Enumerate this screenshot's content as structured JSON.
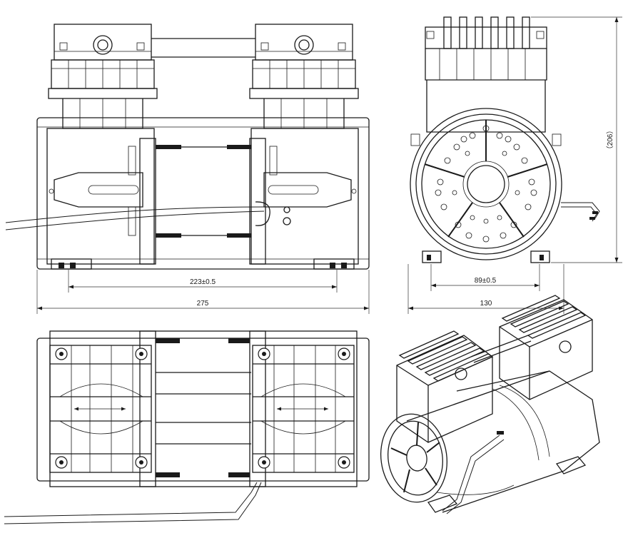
{
  "drawing": {
    "views": [
      {
        "id": "front-view"
      },
      {
        "id": "side-view"
      },
      {
        "id": "top-view"
      },
      {
        "id": "isometric-view"
      }
    ],
    "dimensions": {
      "mount_spacing": "223±0.5",
      "overall_length": "275",
      "side_mount_spacing": "89±0.5",
      "overall_width": "130",
      "overall_height": "（206）"
    }
  }
}
